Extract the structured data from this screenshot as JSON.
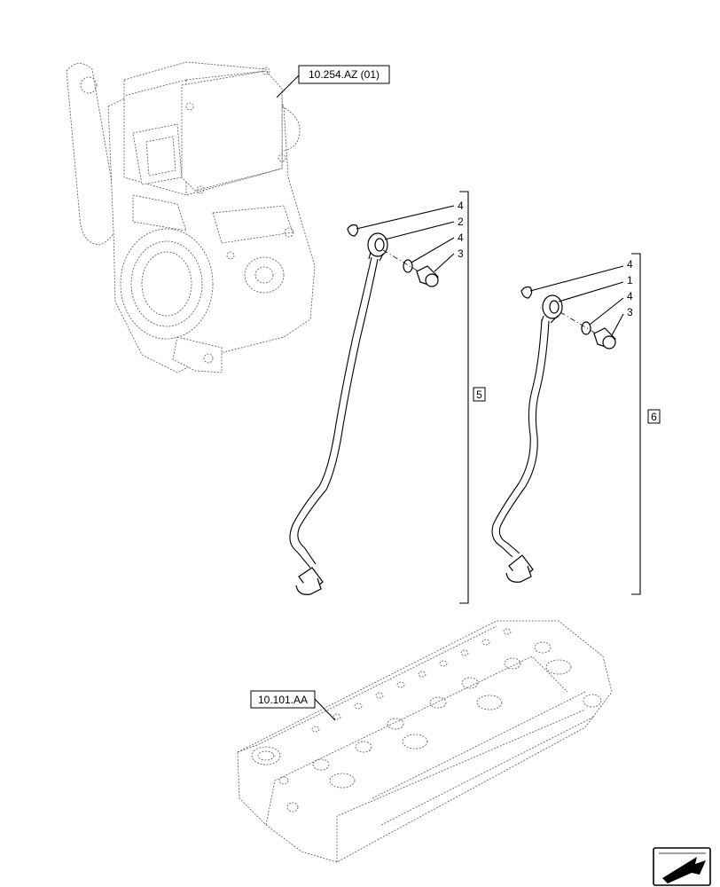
{
  "references": {
    "top": "10.254.AZ (01)",
    "bottom": "10.101.AA"
  },
  "groups": {
    "left": "5",
    "right": "6"
  },
  "callouts": {
    "left": [
      "4",
      "2",
      "4",
      "3"
    ],
    "right": [
      "4",
      "1",
      "4",
      "3"
    ]
  },
  "icons": [
    "nav-arrow-icon"
  ]
}
